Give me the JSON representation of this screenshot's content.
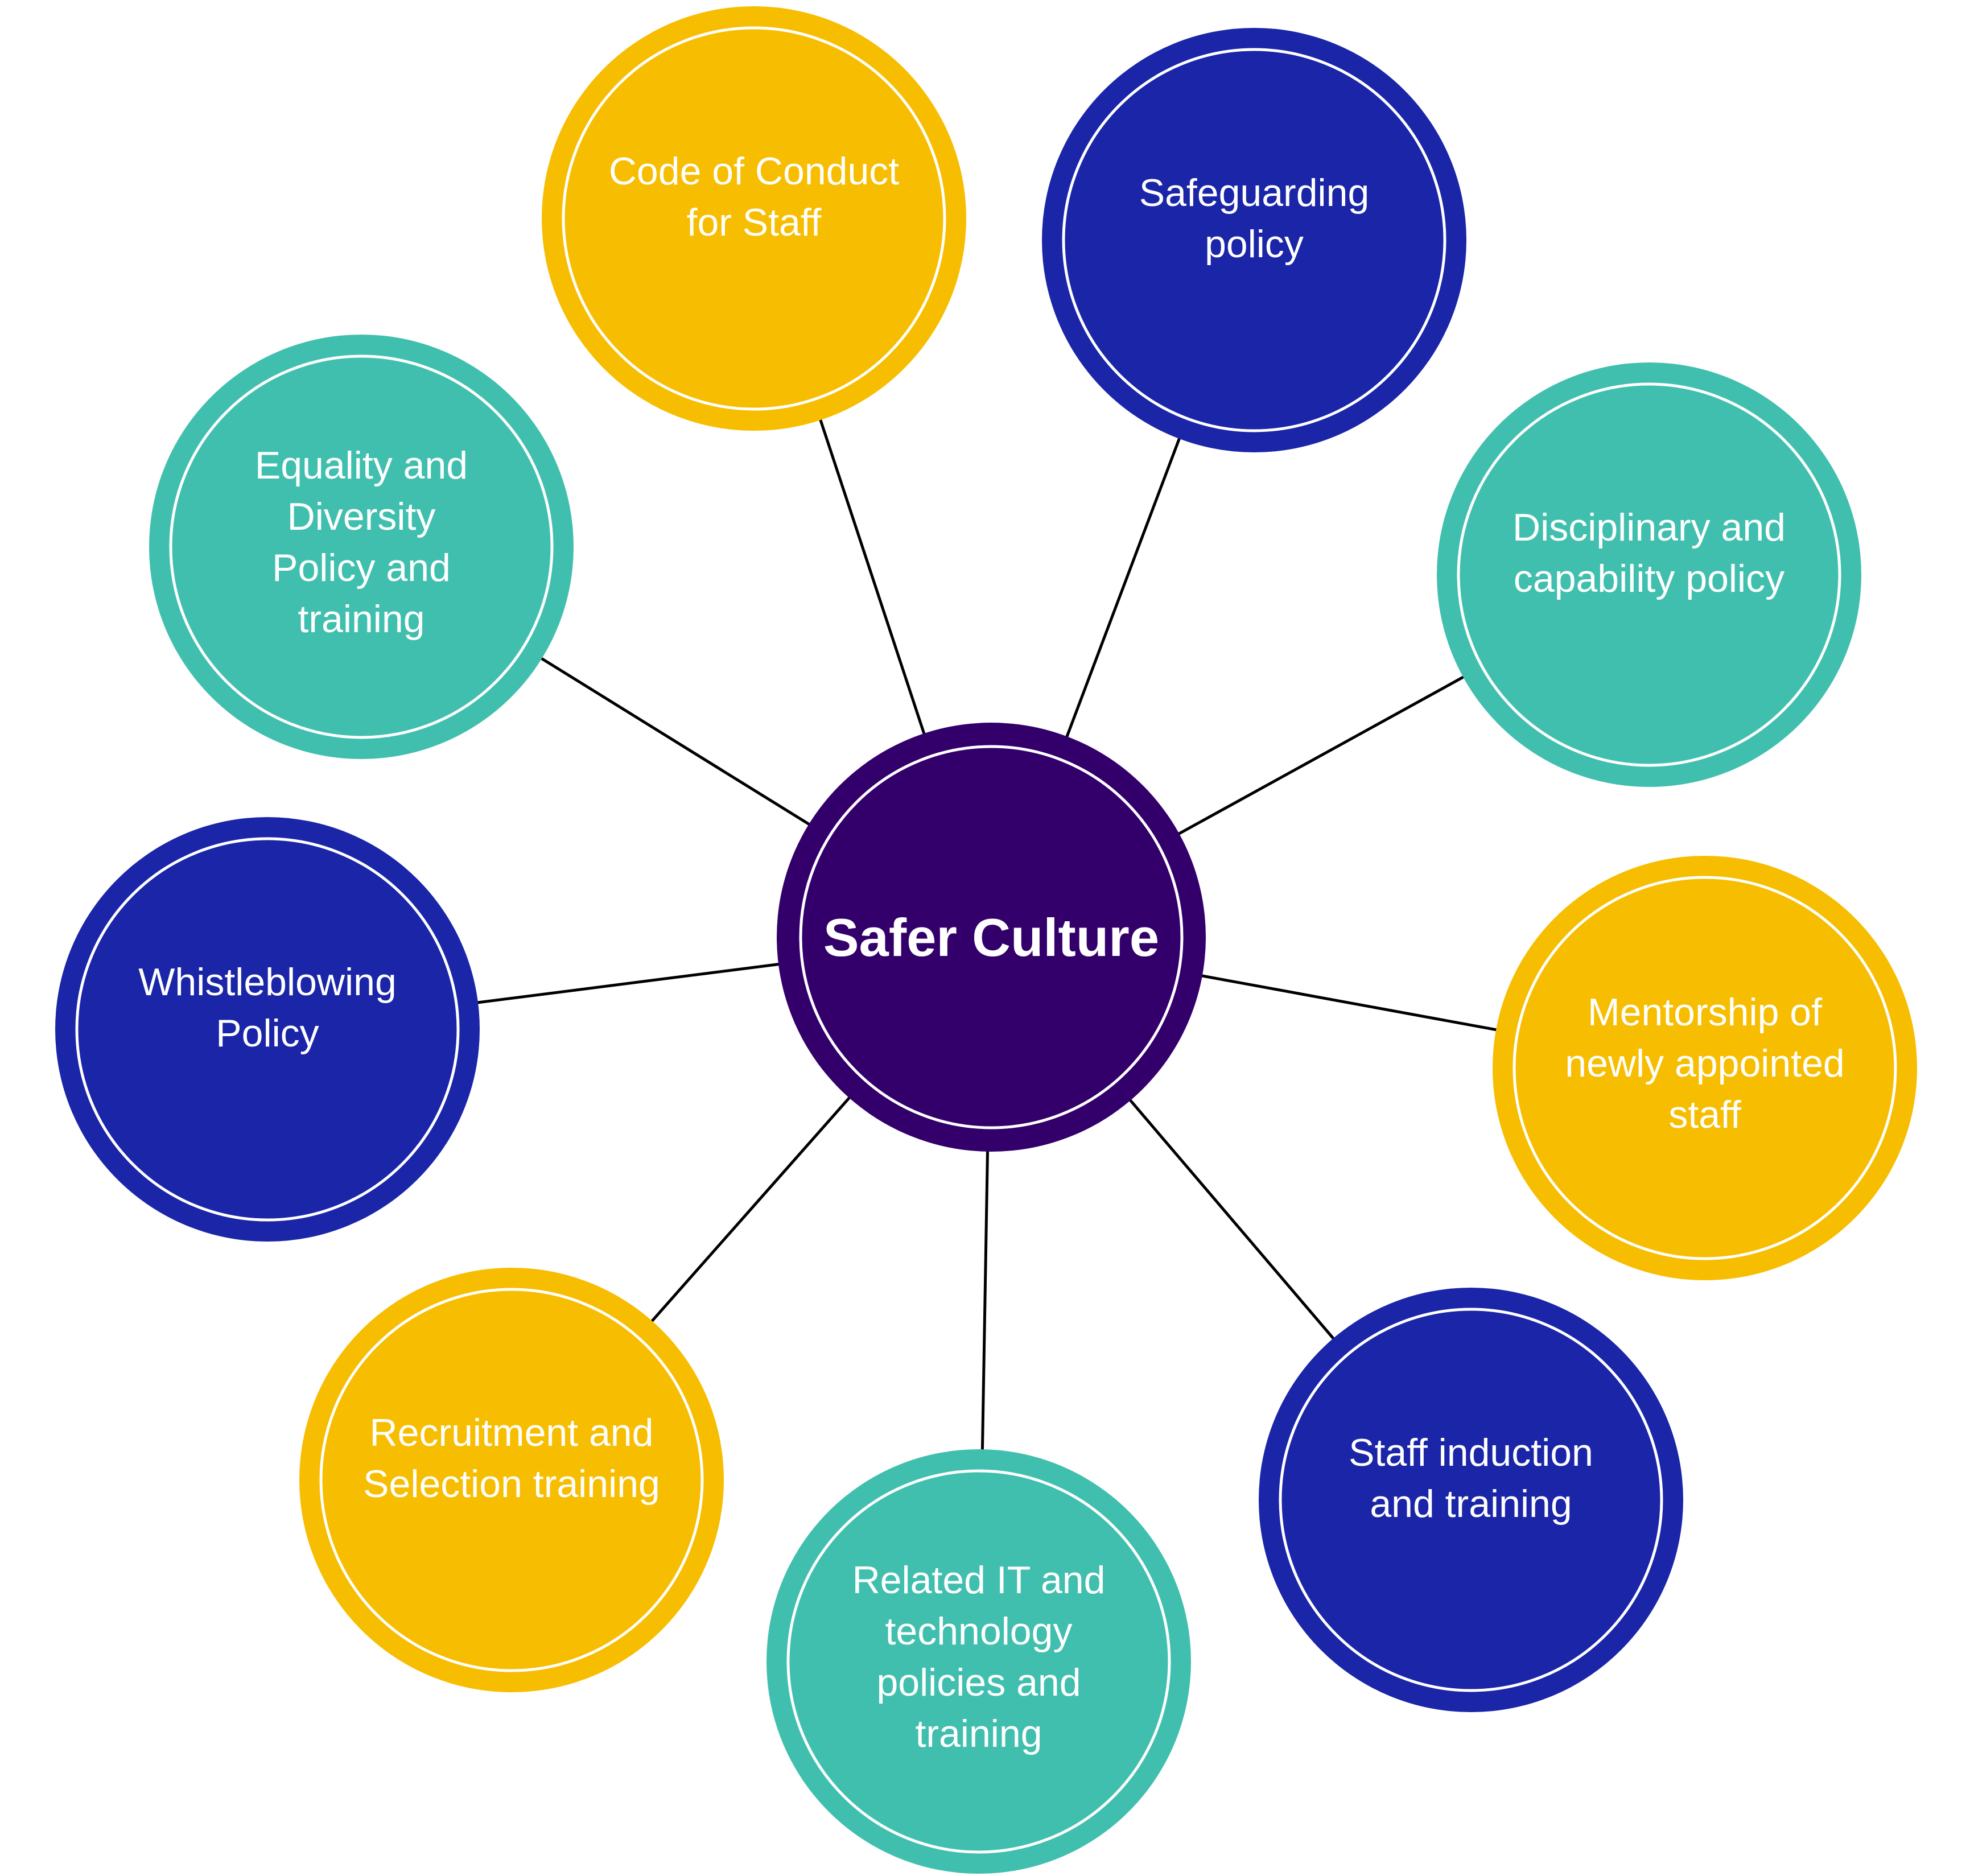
{
  "title": "Safer Culture",
  "colors": {
    "center": "#33006b",
    "yellow": "#f7bd00",
    "navy": "#1a25a8",
    "teal": "#41bfae",
    "connector": "#000000",
    "text": "#ffffff"
  },
  "center": {
    "label": "Safer Culture",
    "color": "center"
  },
  "nodes": [
    {
      "id": "code-of-conduct",
      "lines": [
        "Code of Conduct",
        "for Staff"
      ],
      "color": "yellow"
    },
    {
      "id": "safeguarding",
      "lines": [
        "Safeguarding",
        "policy"
      ],
      "color": "navy"
    },
    {
      "id": "equality-diversity",
      "lines": [
        "Equality and",
        "Diversity",
        "Policy and",
        "training"
      ],
      "color": "teal"
    },
    {
      "id": "disciplinary",
      "lines": [
        "Disciplinary and",
        "capability policy"
      ],
      "color": "teal"
    },
    {
      "id": "whistleblowing",
      "lines": [
        "Whistleblowing",
        "Policy"
      ],
      "color": "navy"
    },
    {
      "id": "mentorship",
      "lines": [
        "Mentorship of",
        "newly appointed",
        "staff"
      ],
      "color": "yellow"
    },
    {
      "id": "recruitment",
      "lines": [
        "Recruitment and",
        "Selection training"
      ],
      "color": "yellow"
    },
    {
      "id": "staff-induction",
      "lines": [
        "Staff induction",
        "and training"
      ],
      "color": "navy"
    },
    {
      "id": "related-it",
      "lines": [
        "Related IT and",
        "technology",
        "policies and",
        "training"
      ],
      "color": "teal"
    }
  ]
}
